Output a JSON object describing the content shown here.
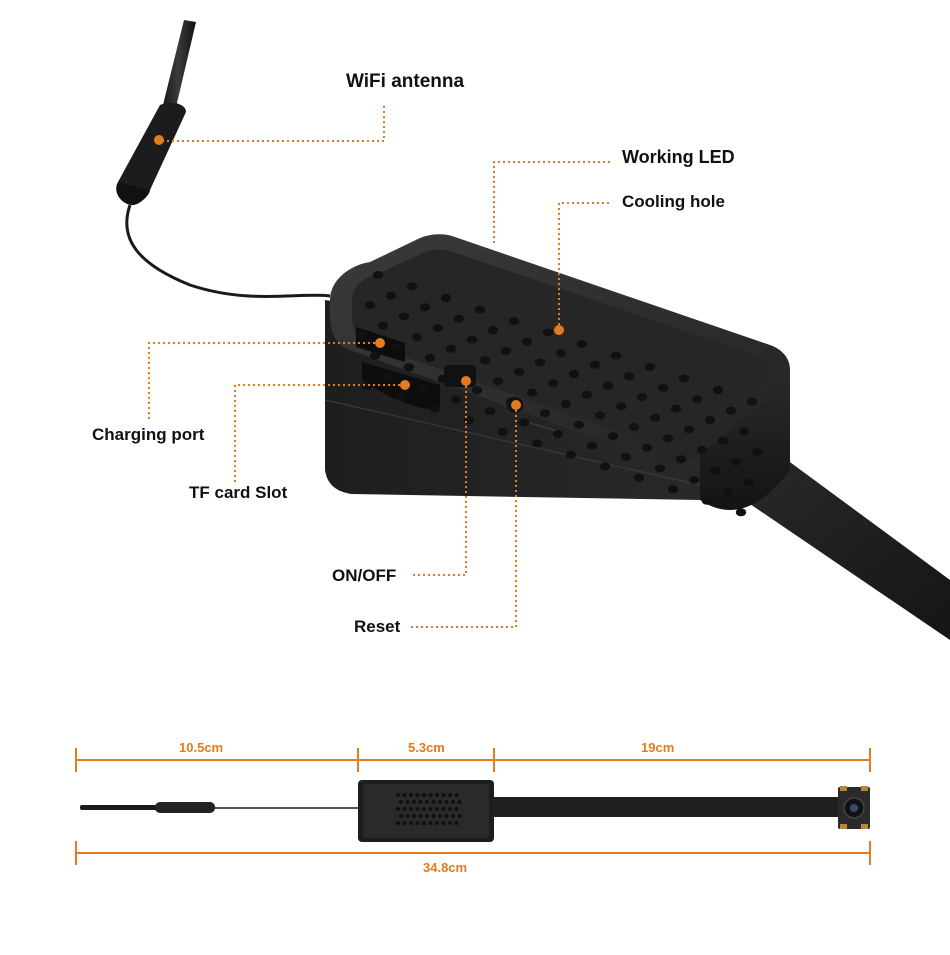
{
  "callouts": {
    "wifi_antenna": "WiFi antenna",
    "working_led": "Working LED",
    "cooling_hole": "Cooling hole",
    "charging_port": "Charging port",
    "tf_card_slot": "TF card Slot",
    "on_off": "ON/OFF",
    "reset": "Reset"
  },
  "dimensions": {
    "antenna_length": "10.5cm",
    "body_length": "5.3cm",
    "cable_length": "19cm",
    "total_length": "34.8cm"
  },
  "colors": {
    "accent": "#e47b1e",
    "device": "#2b2b2b",
    "label": "#111111",
    "background": "#ffffff"
  }
}
